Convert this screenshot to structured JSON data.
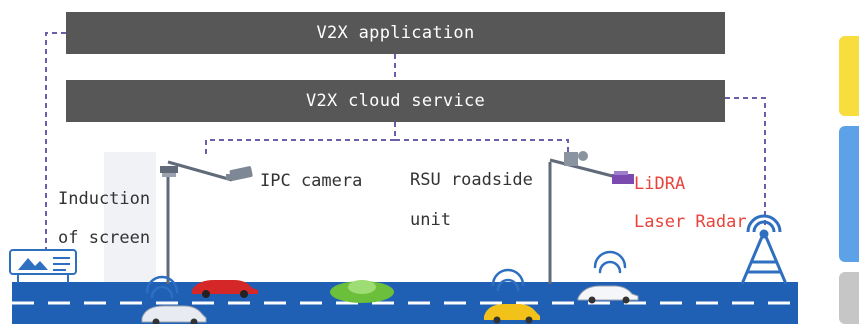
{
  "app_bar": {
    "label": "V2X application"
  },
  "cloud_bar": {
    "label": "V2X cloud service"
  },
  "labels": {
    "induction_line1": "Induction",
    "induction_line2": "of screen",
    "ipc_camera": "IPC camera",
    "rsu_line1": "RSU roadside",
    "rsu_line2": "unit",
    "lidar_line1": "LiDRA",
    "lidar_line2": "Laser Radar"
  },
  "colors": {
    "bar": "#575757",
    "dashed_link": "#6a5fa8",
    "road": "#1f5fb4",
    "lidar_text": "#e8433c",
    "side_yellow": "#f7dd3e",
    "side_blue": "#5da2e8",
    "side_gray": "#c6c6c6"
  }
}
